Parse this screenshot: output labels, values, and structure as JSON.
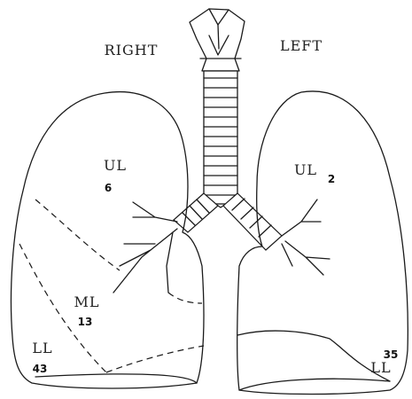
{
  "labels": {
    "right": "RIGHT",
    "left": "LEFT"
  },
  "right_lung": {
    "upper": {
      "label": "UL",
      "count": "6"
    },
    "middle": {
      "label": "ML",
      "count": "13"
    },
    "lower": {
      "label": "LL",
      "count": "43"
    }
  },
  "left_lung": {
    "upper": {
      "label": "UL",
      "count": "2"
    },
    "lower": {
      "label": "LL",
      "count": "35"
    }
  }
}
